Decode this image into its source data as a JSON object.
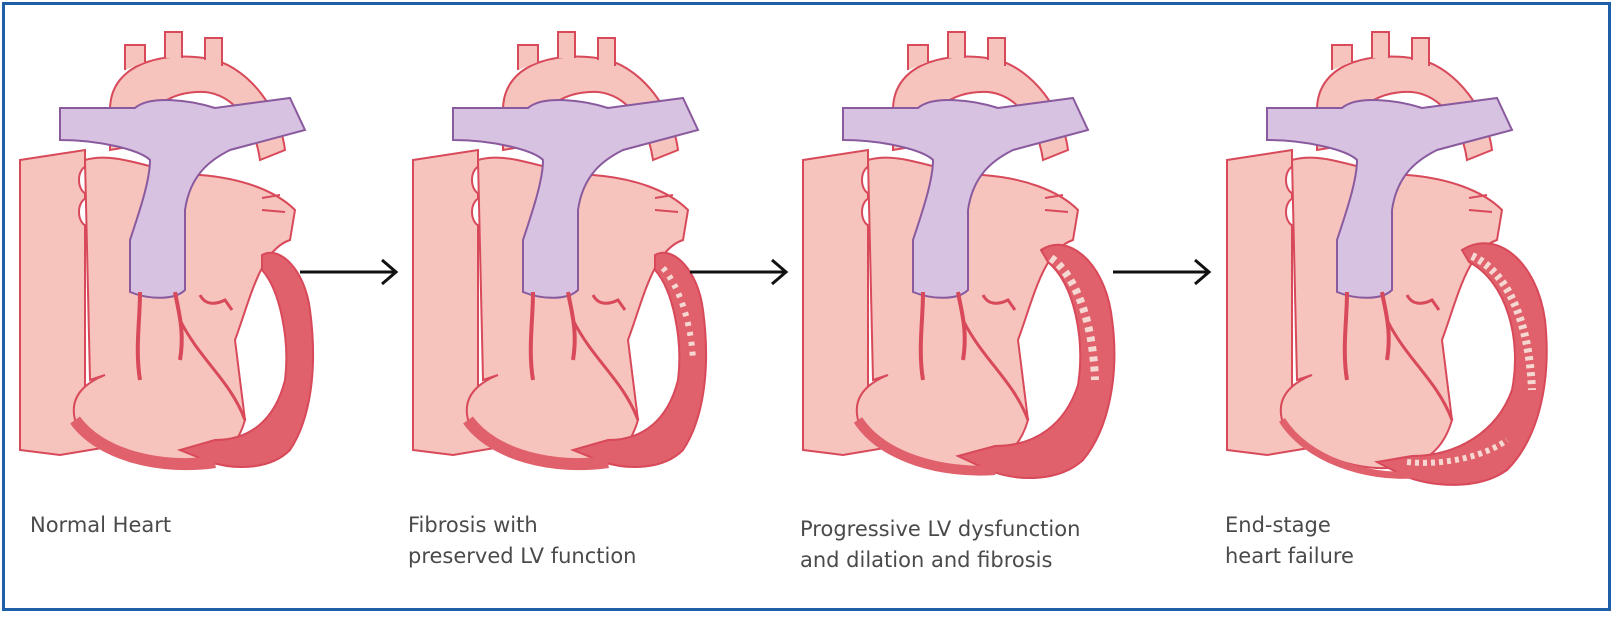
{
  "stages": [
    {
      "caption_lines": [
        "Normal Heart"
      ],
      "fibrosis": "none",
      "dilation": "none"
    },
    {
      "caption_lines": [
        "Fibrosis with",
        "preserved LV function"
      ],
      "fibrosis": "mild",
      "dilation": "none"
    },
    {
      "caption_lines": [
        "Progressive LV dysfunction",
        "and dilation and fibrosis"
      ],
      "fibrosis": "moderate",
      "dilation": "mild"
    },
    {
      "caption_lines": [
        "End-stage",
        "heart failure"
      ],
      "fibrosis": "severe",
      "dilation": "severe"
    }
  ],
  "colors": {
    "border": "#1f5fa8",
    "tissue_light": "#f6c3bd",
    "tissue_outline": "#d8495a",
    "muscle": "#e0606b",
    "vein": "#d7c2e1",
    "vein_outline": "#8a5a9e",
    "arrow": "#111111",
    "caption": "#4a4a4a"
  }
}
